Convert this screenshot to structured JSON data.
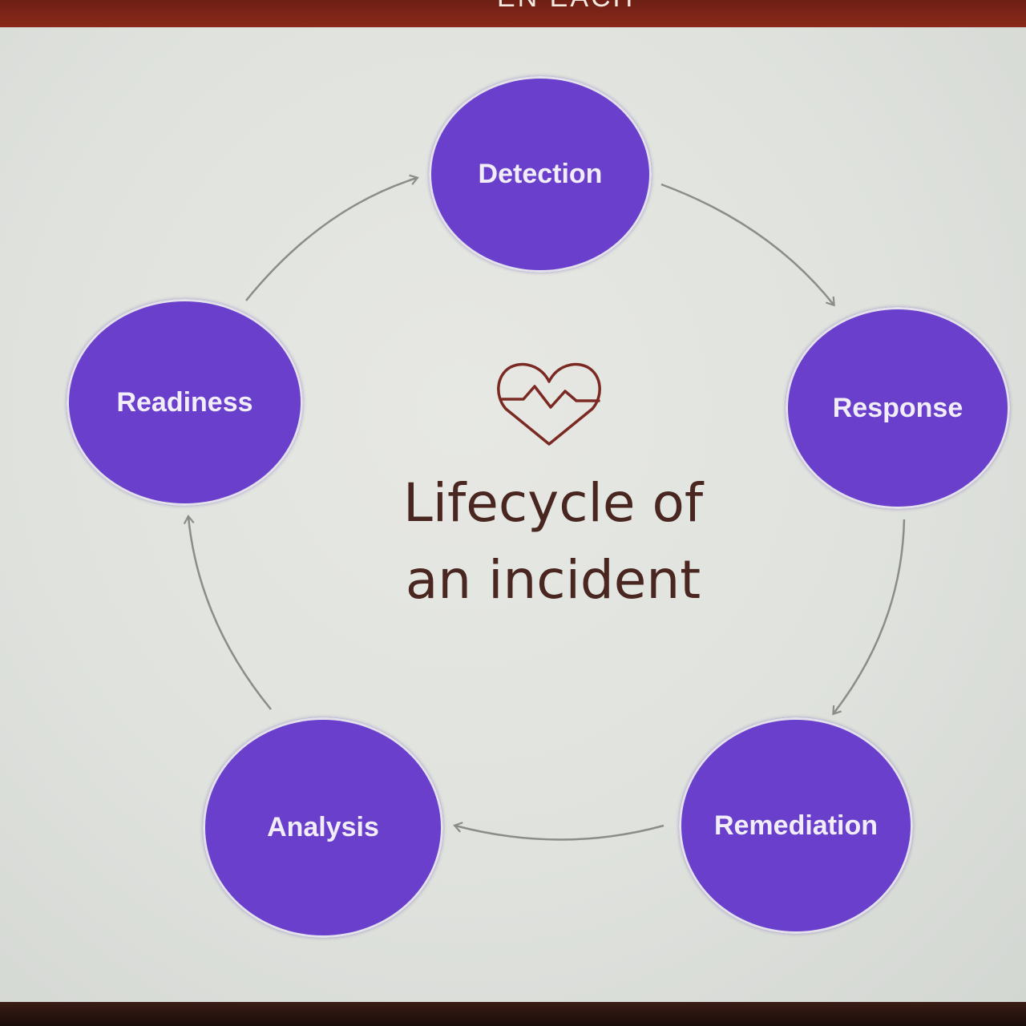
{
  "header": {
    "partial_text": "EN EACH"
  },
  "diagram": {
    "title_line1": "Lifecycle of",
    "title_line2": "an incident",
    "center_icon": "heart-pulse-icon",
    "node_color": "#6a3fcb",
    "stages": [
      {
        "label": "Detection"
      },
      {
        "label": "Response"
      },
      {
        "label": "Remediation"
      },
      {
        "label": "Analysis"
      },
      {
        "label": "Readiness"
      }
    ],
    "flow": "clockwise cycle: Detection → Response → Remediation → Analysis → Readiness → Detection"
  }
}
